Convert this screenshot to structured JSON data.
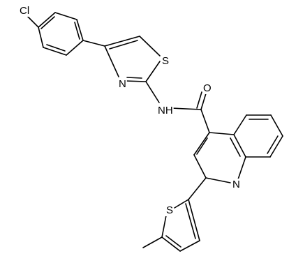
{
  "molecule": {
    "atom_labels": {
      "cl": "Cl",
      "s_thiazole": "S",
      "n_thiazole": "N",
      "nh": "NH",
      "o": "O",
      "n_quinoline": "N",
      "s_thiophene": "S"
    }
  }
}
